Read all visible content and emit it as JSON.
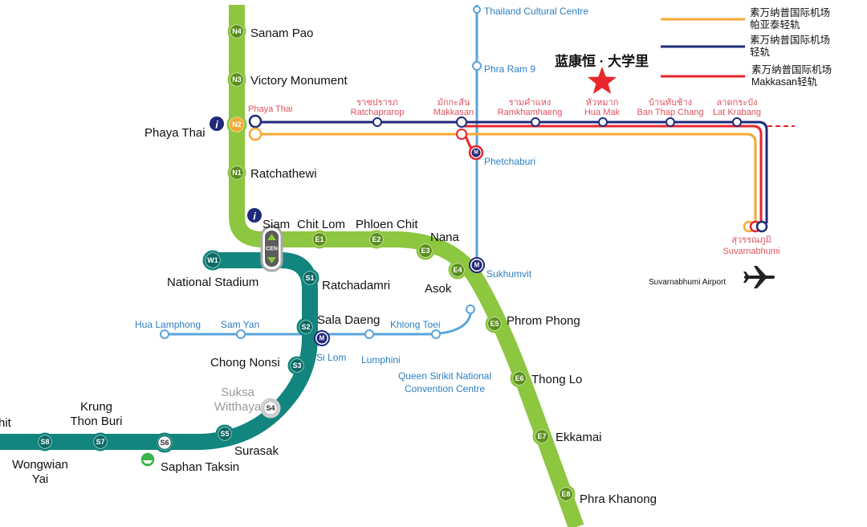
{
  "colors": {
    "sukhumvit_line": "#8dc63f",
    "silom_line": "#12857e",
    "mrt_line": "#5aa4db",
    "arl_city_line": "#1f2a7a",
    "arl_express_red": "#e8262d",
    "arl_orange": "#f4a933",
    "mrt_badge": "#1f2a7a",
    "star": "#e8262d"
  },
  "legend": [
    {
      "text": "素万纳普国际机场\n帕亚泰轻轨",
      "color": "#f4a933"
    },
    {
      "text": "素万纳普国际机场\n轻轨",
      "color": "#1f2a7a"
    },
    {
      "text": "素万纳普国际机场\nMakkasan轻轨",
      "color": "#e8262d"
    }
  ],
  "highlight": {
    "label": "蓝康恒 · 大学里",
    "icon": "star-icon"
  },
  "sukhumvit_stations": [
    {
      "code": "N4",
      "name": "Sanam Pao"
    },
    {
      "code": "N3",
      "name": "Victory Monument"
    },
    {
      "code": "N2",
      "name": "Phaya Thai"
    },
    {
      "code": "N1",
      "name": "Ratchathewi"
    },
    {
      "code": "E1",
      "name": "Chit Lom"
    },
    {
      "code": "E2",
      "name": "Phloen Chit"
    },
    {
      "code": "E3",
      "name": "Nana"
    },
    {
      "code": "E4",
      "name": "Asok"
    },
    {
      "code": "E5",
      "name": "Phrom Phong"
    },
    {
      "code": "E6",
      "name": "Thong Lo"
    },
    {
      "code": "E7",
      "name": "Ekkamai"
    },
    {
      "code": "E8",
      "name": "Phra Khanong"
    }
  ],
  "interchange": {
    "name": "Siam",
    "code": "CEN"
  },
  "silom_stations": [
    {
      "code": "W1",
      "name": "National Stadium"
    },
    {
      "code": "S1",
      "name": "Ratchadamri"
    },
    {
      "code": "S2",
      "name": "Sala Daeng"
    },
    {
      "code": "S3",
      "name": "Chong Nonsi"
    },
    {
      "code": "S4",
      "name": "Suksa\nWitthaya"
    },
    {
      "code": "S5",
      "name": "Surasak"
    },
    {
      "code": "S6",
      "name": "Saphan Taksin"
    },
    {
      "code": "S7",
      "name": "Krung\nThon Buri"
    },
    {
      "code": "S8",
      "name": "Wongwian\nYai"
    },
    {
      "code": "",
      "name": "hit"
    }
  ],
  "mrt_stations": [
    "Thailand Cultural Centre",
    "Phra Ram 9",
    "Phetchaburi",
    "Sukhumvit",
    "Hua Lamphong",
    "Sam Yan",
    "Si Lom",
    "Lumphini",
    "Khlong Toei",
    "Queen Sirikit National\nConvention Centre"
  ],
  "airport_link_stations": [
    {
      "thai": "",
      "name": "Phaya Thai"
    },
    {
      "thai": "ราชปรารภ",
      "name": "Ratchaprarop"
    },
    {
      "thai": "มักกะสัน",
      "name": "Makkasan"
    },
    {
      "thai": "รามคำแหง",
      "name": "Ramkhamhaeng"
    },
    {
      "thai": "หัวหมาก",
      "name": "Hua Mak"
    },
    {
      "thai": "บ้านทับช้าง",
      "name": "Ban Thap Chang"
    },
    {
      "thai": "ลาดกระบัง",
      "name": "Lat Krabang"
    },
    {
      "thai": "สุวรรณภูมิ",
      "name": "Suvarnabhumi"
    }
  ],
  "airport": {
    "label": "Suvarnabhumi Airport",
    "icon": "airplane-icon"
  },
  "badges": {
    "mrt": "M",
    "info": "i"
  }
}
